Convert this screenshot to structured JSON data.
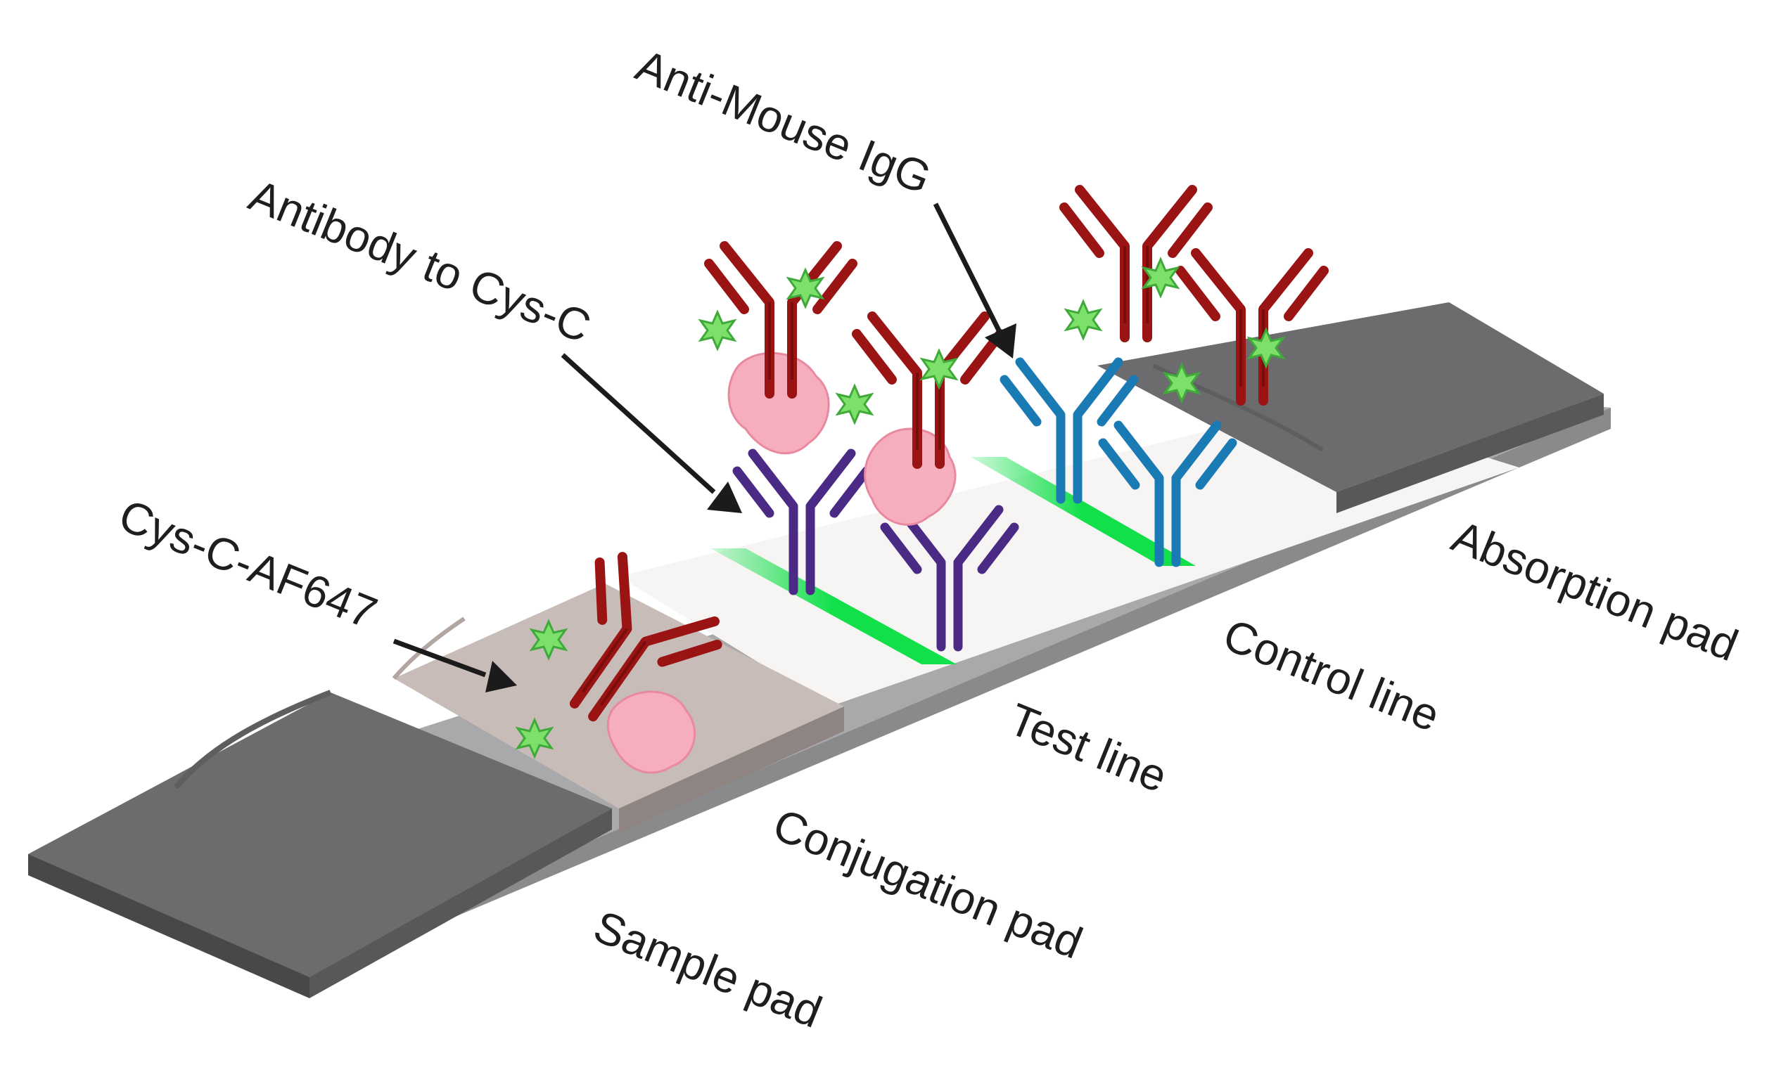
{
  "labels": {
    "anti_mouse_igg": "Anti-Mouse IgG",
    "antibody_to_cys_c": "Antibody to Cys-C",
    "cys_c_af647": "Cys-C-AF647",
    "absorption_pad": "Absorption pad",
    "control_line": "Control line",
    "test_line": "Test line",
    "conjugation_pad": "Conjugation pad",
    "sample_pad": "Sample pad"
  },
  "colors": {
    "pad_dark": "#58585a",
    "pad_top": "#6c6c6e",
    "backing": "#a9a9ab",
    "conjugation_pad": "#c7bcb8",
    "membrane": "#f7f5f3",
    "line_green": "#11e04a",
    "antibody_red": "#9b1414",
    "antibody_purple": "#4b2a86",
    "antibody_blue": "#1a7ab4",
    "fluorophore": "#7de06a",
    "antigen": "#f6adbd",
    "arrow": "#1b1b1b"
  }
}
